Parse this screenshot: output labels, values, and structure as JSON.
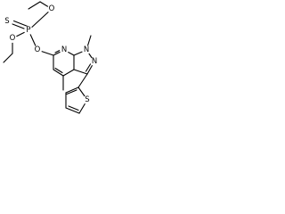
{
  "molecule": {
    "atom_labels": {
      "sulfur_thione": "S",
      "phosphorus": "P",
      "oxygen_ethoxy_upper": "O",
      "oxygen_ethoxy_lower": "O",
      "oxygen_aryl": "O",
      "nitrogen_pyridine": "N",
      "nitrogen_methylated": "N",
      "nitrogen_pyrazole": "N",
      "sulfur_thiophene": "S"
    }
  }
}
